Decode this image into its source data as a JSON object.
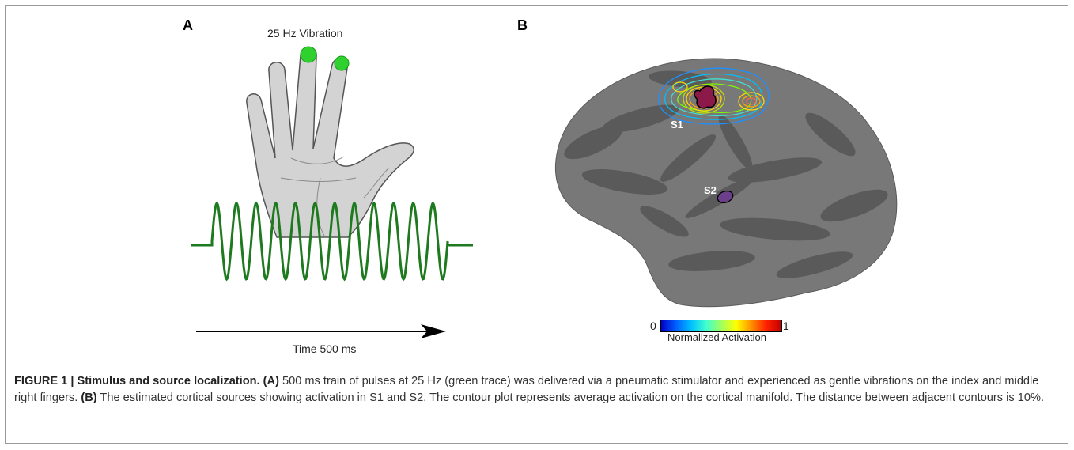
{
  "panel_a": {
    "label": "A",
    "stimulus_label": "25 Hz Vibration",
    "time_label": "Time 500 ms",
    "trace_color": "#1e7a1e",
    "fingertip_color": "#2fd12f",
    "cycles": 12
  },
  "panel_b": {
    "label": "B",
    "region_s1": "S1",
    "region_s2": "S2",
    "colorbar": {
      "min_label": "0",
      "max_label": "1",
      "title": "Normalized Activation",
      "colors": [
        "#0000c8",
        "#0060ff",
        "#00c0ff",
        "#40ffd0",
        "#a0ff60",
        "#ffff00",
        "#ff9000",
        "#ff2000",
        "#c00000"
      ]
    }
  },
  "caption": {
    "heading": "FIGURE 1 | Stimulus and source localization.",
    "a_tag": "(A)",
    "a_text": " 500 ms train of pulses at 25 Hz (green trace) was delivered via a pneumatic stimulator and experienced as gentle vibrations on the index and middle right fingers. ",
    "b_tag": "(B)",
    "b_text": " The estimated cortical sources showing activation in S1 and S2. The contour plot represents average activation on the cortical manifold. The distance between adjacent contours is 10%."
  }
}
